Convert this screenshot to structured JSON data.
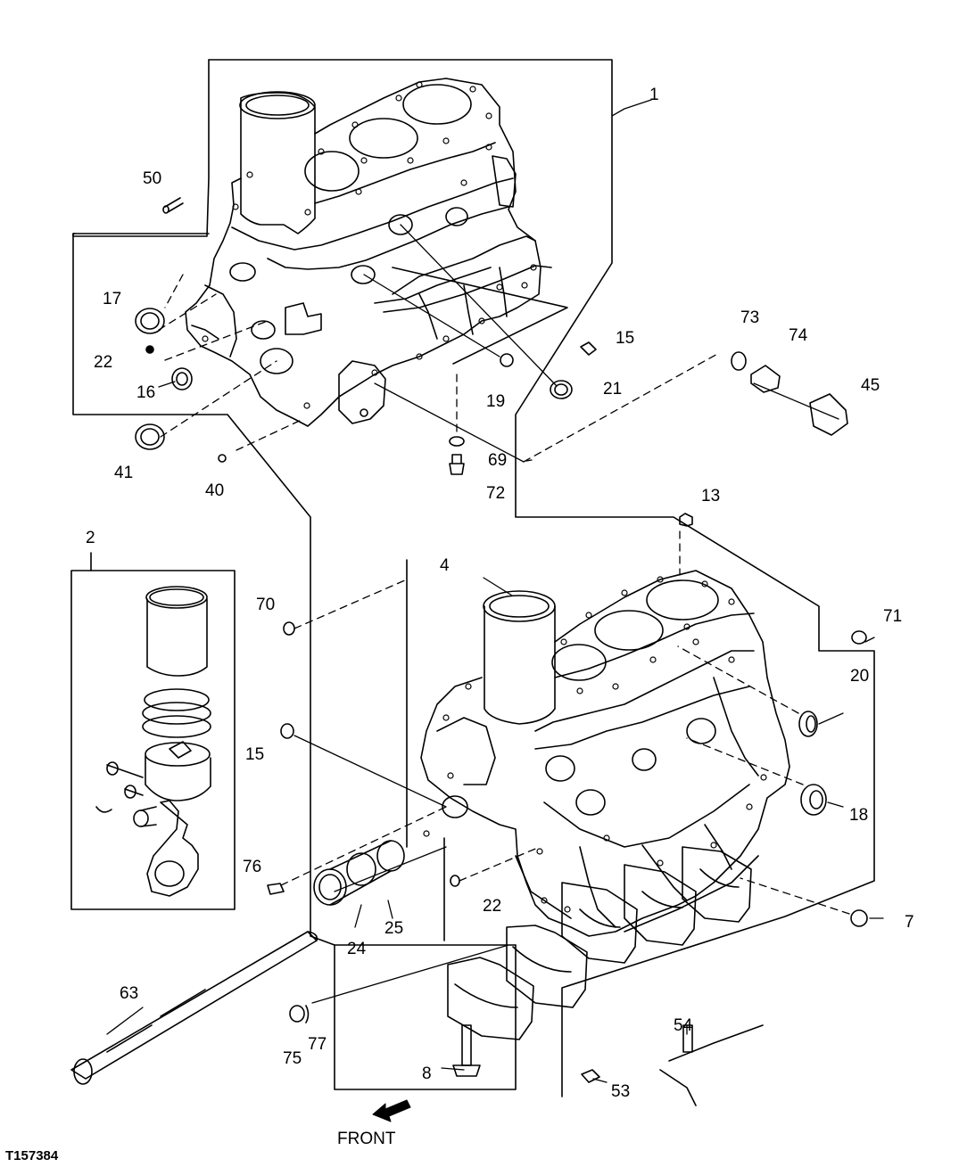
{
  "figure_id": "T157384",
  "direction_label": "FRONT",
  "callouts": {
    "c1": "1",
    "c2": "2",
    "c4": "4",
    "c7": "7",
    "c8": "8",
    "c13": "13",
    "c15a": "15",
    "c15b": "15",
    "c16": "16",
    "c17": "17",
    "c18": "18",
    "c19": "19",
    "c20": "20",
    "c21": "21",
    "c22a": "22",
    "c22b": "22",
    "c24": "24",
    "c25": "25",
    "c40": "40",
    "c41": "41",
    "c45": "45",
    "c50": "50",
    "c53": "53",
    "c54": "54",
    "c63": "63",
    "c69": "69",
    "c70": "70",
    "c71": "71",
    "c72": "72",
    "c73": "73",
    "c74": "74",
    "c75": "75",
    "c76": "76",
    "c77": "77"
  }
}
